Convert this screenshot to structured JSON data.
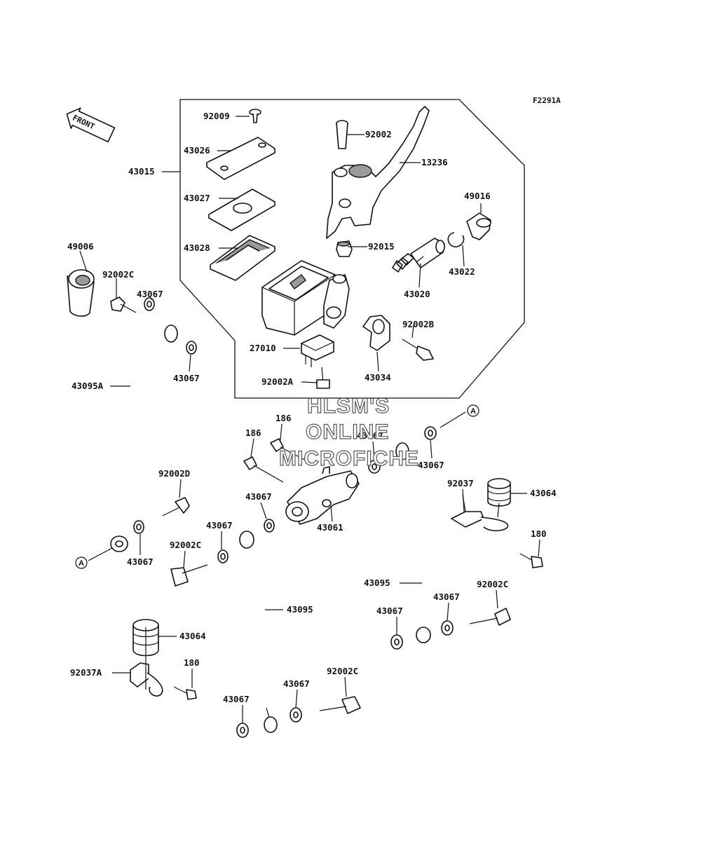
{
  "diagram_code": "F2291A",
  "front_label": "FRONT",
  "watermark": [
    "HLSM'S",
    "ONLINE",
    "MICROFICHE"
  ],
  "ref_marker": "A",
  "parts": [
    {
      "id": "p-92009",
      "label": "92009",
      "icon": "screw-icon"
    },
    {
      "id": "p-43026",
      "label": "43026",
      "icon": "reservoir-cap-icon"
    },
    {
      "id": "p-43027",
      "label": "43027",
      "icon": "diaphragm-plate-icon"
    },
    {
      "id": "p-43028",
      "label": "43028",
      "icon": "diaphragm-icon"
    },
    {
      "id": "p-43015",
      "label": "43015",
      "icon": "master-cylinder-assembly-icon"
    },
    {
      "id": "p-92002",
      "label": "92002",
      "icon": "pivot-bolt-icon"
    },
    {
      "id": "p-13236",
      "label": "13236",
      "icon": "brake-lever-icon"
    },
    {
      "id": "p-49016",
      "label": "49016",
      "icon": "boot-icon"
    },
    {
      "id": "p-92015",
      "label": "92015",
      "icon": "nut-icon"
    },
    {
      "id": "p-43022",
      "label": "43022",
      "icon": "circlip-icon"
    },
    {
      "id": "p-43020",
      "label": "43020",
      "icon": "piston-kit-icon"
    },
    {
      "id": "p-49006",
      "label": "49006",
      "icon": "cap-icon"
    },
    {
      "id": "p-92002C-1",
      "label": "92002C",
      "icon": "banjo-bolt-icon"
    },
    {
      "id": "p-43067-1",
      "label": "43067",
      "icon": "washer-icon"
    },
    {
      "id": "p-43067-2",
      "label": "43067",
      "icon": "washer-icon"
    },
    {
      "id": "p-92002B",
      "label": "92002B",
      "icon": "bolt-icon"
    },
    {
      "id": "p-43034",
      "label": "43034",
      "icon": "clamp-icon"
    },
    {
      "id": "p-27010",
      "label": "27010",
      "icon": "brake-switch-icon"
    },
    {
      "id": "p-92002A",
      "label": "92002A",
      "icon": "screw-icon"
    },
    {
      "id": "p-43095A",
      "label": "43095A",
      "icon": "brake-hose-icon"
    },
    {
      "id": "p-186-1",
      "label": "186",
      "icon": "bolt-icon"
    },
    {
      "id": "p-186-2",
      "label": "186",
      "icon": "bolt-icon"
    },
    {
      "id": "p-43067-3",
      "label": "43067",
      "icon": "washer-icon"
    },
    {
      "id": "p-43067-4",
      "label": "43067",
      "icon": "washer-icon"
    },
    {
      "id": "p-92002D",
      "label": "92002D",
      "icon": "banjo-bolt-icon"
    },
    {
      "id": "p-43067-5",
      "label": "43067",
      "icon": "washer-icon"
    },
    {
      "id": "p-43061",
      "label": "43061",
      "icon": "joint-icon"
    },
    {
      "id": "p-92037",
      "label": "92037",
      "icon": "clamp-bracket-icon"
    },
    {
      "id": "p-43064-1",
      "label": "43064",
      "icon": "grommet-icon"
    },
    {
      "id": "p-180-1",
      "label": "180",
      "icon": "bolt-icon"
    },
    {
      "id": "p-43067-6",
      "label": "43067",
      "icon": "washer-icon"
    },
    {
      "id": "p-92002C-2",
      "label": "92002C",
      "icon": "banjo-bolt-icon"
    },
    {
      "id": "p-43067-7",
      "label": "43067",
      "icon": "washer-icon"
    },
    {
      "id": "p-43095-1",
      "label": "43095",
      "icon": "brake-hose-icon"
    },
    {
      "id": "p-43095-2",
      "label": "43095",
      "icon": "brake-hose-icon"
    },
    {
      "id": "p-92002C-3",
      "label": "92002C",
      "icon": "banjo-bolt-icon"
    },
    {
      "id": "p-43067-8",
      "label": "43067",
      "icon": "washer-icon"
    },
    {
      "id": "p-43067-9",
      "label": "43067",
      "icon": "washer-icon"
    },
    {
      "id": "p-43064-2",
      "label": "43064",
      "icon": "grommet-icon"
    },
    {
      "id": "p-92037A",
      "label": "92037A",
      "icon": "clamp-bracket-icon"
    },
    {
      "id": "p-180-2",
      "label": "180",
      "icon": "bolt-icon"
    },
    {
      "id": "p-43067-10",
      "label": "43067",
      "icon": "washer-icon"
    },
    {
      "id": "p-43067-11",
      "label": "43067",
      "icon": "washer-icon"
    },
    {
      "id": "p-92002C-4",
      "label": "92002C",
      "icon": "banjo-bolt-icon"
    }
  ]
}
